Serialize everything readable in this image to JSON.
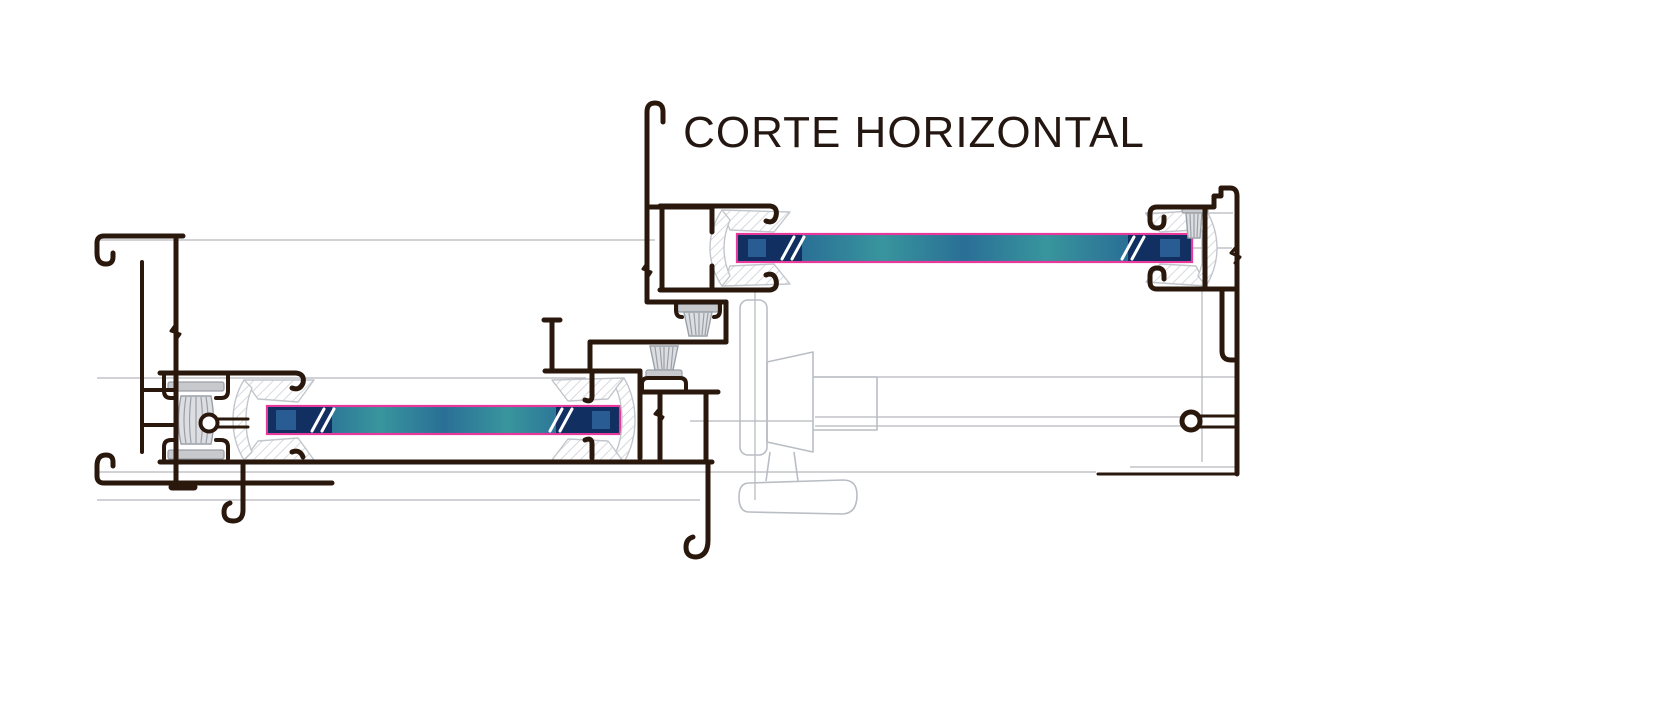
{
  "title": "CORTE HORIZONTAL",
  "colors": {
    "text": "#241712",
    "outline": "#2a180d",
    "ghost": "#b9bdc4",
    "construction": "#b3b6bc",
    "brush_fill": "#dcdee1",
    "brush_edge": "#9aa0a7",
    "clamp_fill": "#c7c9cd",
    "gasket_edge": "#c2c6cc",
    "hatch_line": "#cdd0d6",
    "glass_deep": "#0d2a58",
    "glass_dark": "#16406f",
    "glass_teal": "#2a6f96",
    "glass_mid": "#38959d",
    "glass_edge_magenta": "#e6399b",
    "blob_navy": "#122f62",
    "blob_light": "#2a5c94",
    "white": "#ffffff"
  },
  "diagram": {
    "type": "window-profile-cross-section",
    "components": [
      "left-frame-jamb",
      "lower-sliding-sash",
      "lower-glass-pane",
      "interlock-meeting-stiles",
      "upper-sliding-sash",
      "upper-glass-pane",
      "right-frame-jamb",
      "brush-pile-seals",
      "glazing-gaskets",
      "lock-mechanism-ghost",
      "keeper-loop"
    ]
  }
}
